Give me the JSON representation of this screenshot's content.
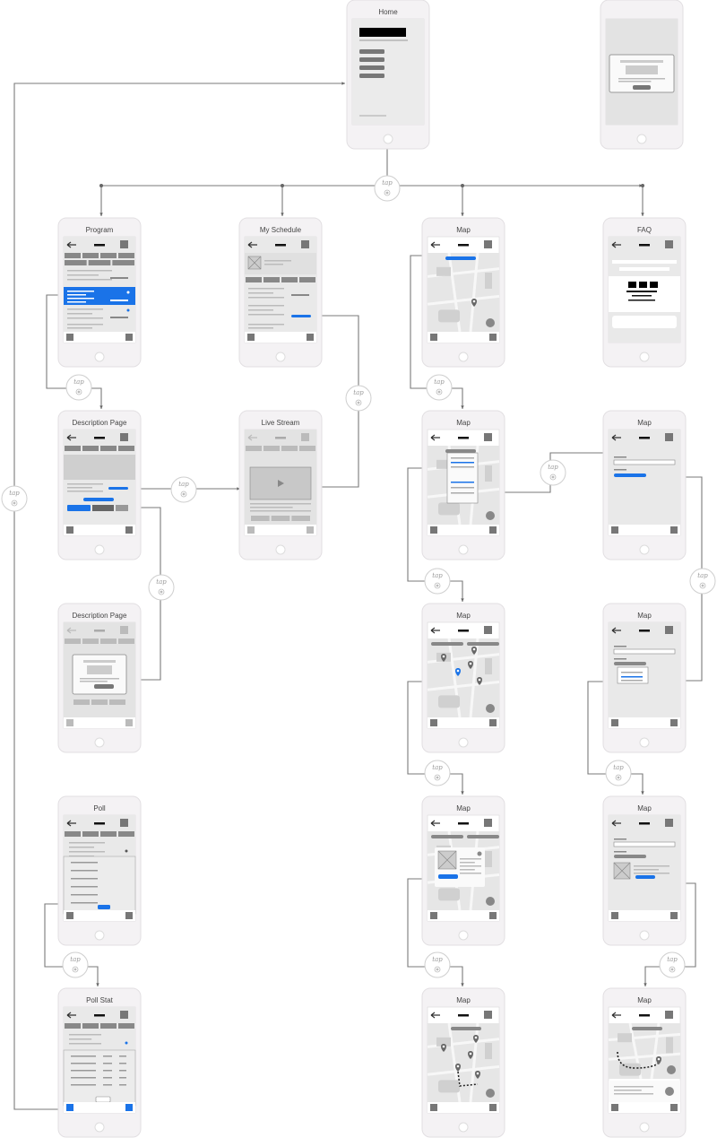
{
  "diagram": {
    "tap_label": "tap",
    "screens": [
      {
        "id": "home",
        "title": "Home"
      },
      {
        "id": "popup",
        "title": ""
      },
      {
        "id": "program",
        "title": "Program"
      },
      {
        "id": "my-schedule",
        "title": "My Schedule"
      },
      {
        "id": "map-1",
        "title": "Map"
      },
      {
        "id": "faq",
        "title": "FAQ"
      },
      {
        "id": "description-1",
        "title": "Description Page"
      },
      {
        "id": "live-stream",
        "title": "Live Stream"
      },
      {
        "id": "map-2",
        "title": "Map"
      },
      {
        "id": "map-form-1",
        "title": "Map"
      },
      {
        "id": "description-2",
        "title": "Description Page"
      },
      {
        "id": "map-3",
        "title": "Map"
      },
      {
        "id": "map-form-2",
        "title": "Map"
      },
      {
        "id": "poll",
        "title": "Poll"
      },
      {
        "id": "map-4",
        "title": "Map"
      },
      {
        "id": "map-form-3",
        "title": "Map"
      },
      {
        "id": "poll-stat",
        "title": "Poll Stat"
      },
      {
        "id": "map-5",
        "title": "Map"
      },
      {
        "id": "map-route",
        "title": "Map"
      }
    ],
    "colors": {
      "accent": "#1a73e8",
      "frame": "#f4f2f4",
      "frame_border": "#e2dfe2",
      "screen_bg": "#e9e9e9",
      "block": "#999999",
      "dark": "#555555",
      "line": "#777777"
    }
  }
}
